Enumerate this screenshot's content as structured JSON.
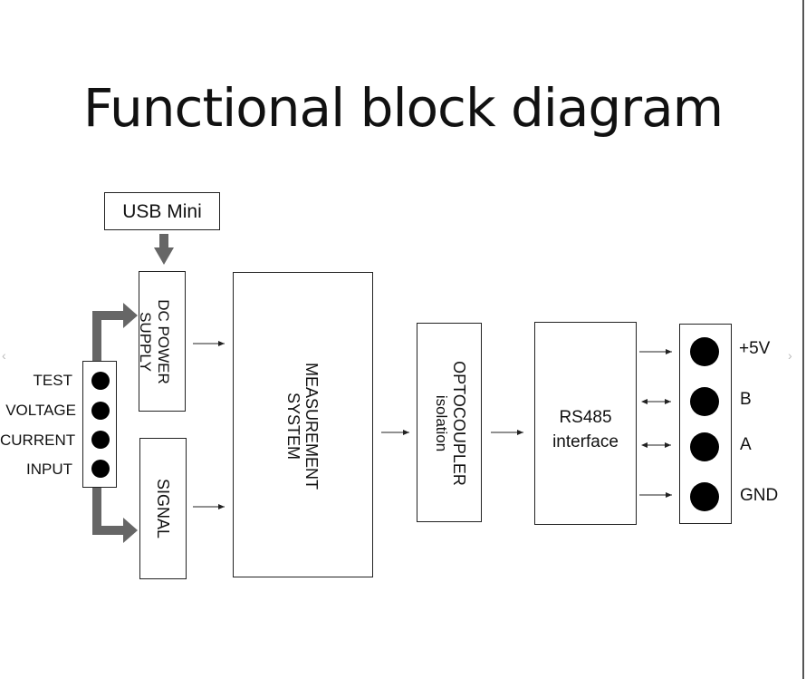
{
  "title": "Functional block diagram",
  "blocks": {
    "usb": "USB Mini",
    "dc_power": "DC POWER\nSUPPLY",
    "signal": "SIGNAL",
    "measurement": "MEASUREMENT\nSYSTEM",
    "optocoupler": "OPTOCOUPLER",
    "isolation": "isolation",
    "rs485": "RS485",
    "interface": "interface"
  },
  "input_pins": [
    "TEST",
    "VOLTAGE",
    "CURRENT",
    "INPUT"
  ],
  "output_pins": [
    "+5V",
    "B",
    "A",
    "GND"
  ],
  "nav": {
    "prev": "‹",
    "next": "›"
  }
}
